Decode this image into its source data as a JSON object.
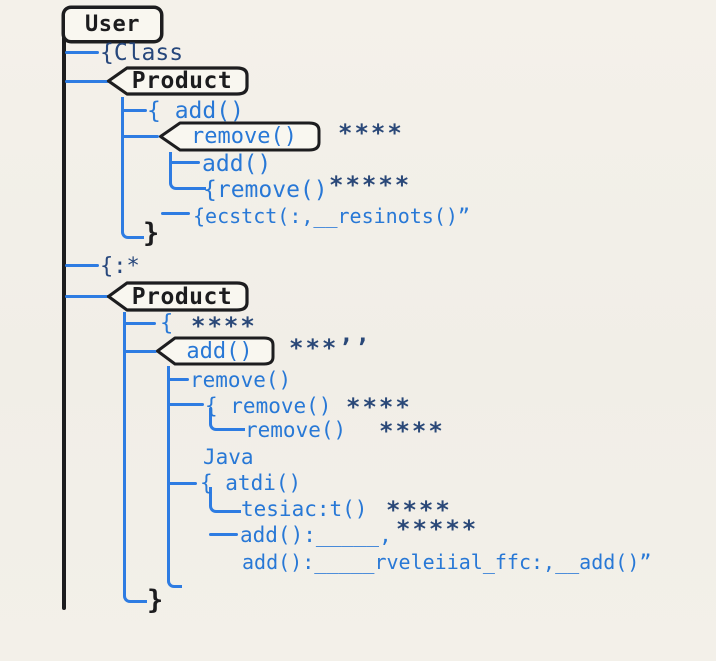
{
  "diagram": {
    "title": "hand-drawn class tree diagram",
    "colors": {
      "background": "#f2efe8",
      "branch_blue": "#2e7ce2",
      "text_blue": "#2878d6",
      "text_navy": "#27477c",
      "ink_black": "#1c1c1e",
      "box_fill": "#f9f7f0"
    },
    "boxes": {
      "user": {
        "label": "User",
        "shape": "rounded-rect"
      },
      "product1": {
        "label": "Product",
        "shape": "pointed-tag"
      },
      "remove1": {
        "label": "remove()",
        "shape": "pointed-tag",
        "annotation": "****"
      },
      "product2": {
        "label": "Product",
        "shape": "pointed-tag"
      },
      "add2": {
        "label": "add()",
        "shape": "pointed-tag",
        "annotation": "***’’"
      }
    },
    "rows": {
      "class_line": {
        "label": "{Class"
      },
      "add1": {
        "label": "{ add()"
      },
      "add1a": {
        "label": "add()"
      },
      "remove1a": {
        "label": "{remove()",
        "annotation": "*****"
      },
      "ecstct": {
        "label": "{ecstct(:,__resinots()”"
      },
      "close1": {
        "label": "}"
      },
      "star_open": {
        "label": "{:*"
      },
      "open2": {
        "label": "{",
        "annotation": "****"
      },
      "remove2": {
        "label": "remove()"
      },
      "remove2a": {
        "label": "{ remove()",
        "annotation": "****"
      },
      "remove2b": {
        "label": "remove()",
        "annotation": "****"
      },
      "java": {
        "label": "Java"
      },
      "atdi": {
        "label": "{ atdi()"
      },
      "tesiact": {
        "label": "tesiac:t()",
        "annotation": "****"
      },
      "add_line1": {
        "label": "add():_____,",
        "annotation": "*****"
      },
      "add_line2": {
        "label": "add():_____rveleiial_ffc:,__add()”"
      },
      "close2": {
        "label": "}"
      }
    }
  }
}
